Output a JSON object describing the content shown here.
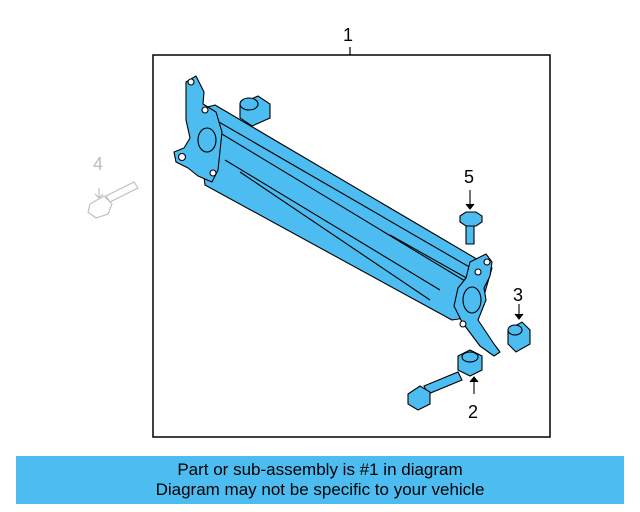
{
  "callouts": {
    "c1": "1",
    "c2": "2",
    "c3": "3",
    "c4": "4",
    "c5": "5"
  },
  "banner": {
    "line1": "Part or sub-assembly is #1 in diagram",
    "line2": "Diagram may not be specific to your vehicle"
  },
  "colors": {
    "part_fill": "#4dbcf0",
    "banner_fill": "#4dbcf0",
    "outline": "#000000",
    "ghost": "#bdbdbd"
  },
  "icons": {
    "crossmember": "crossmember-icon",
    "bolt": "bolt-icon",
    "bushing": "bushing-icon",
    "nut": "nut-icon"
  }
}
